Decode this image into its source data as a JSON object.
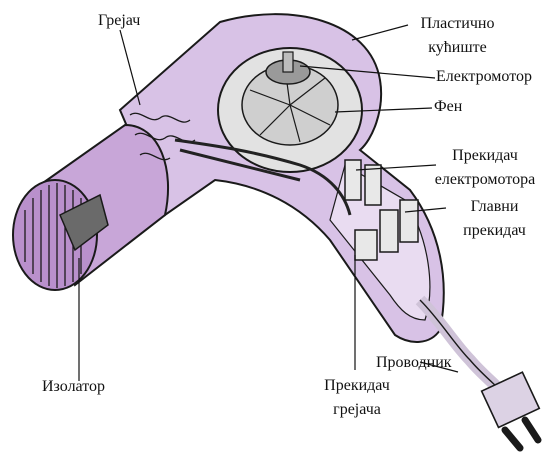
{
  "diagram": {
    "subject": "hair dryer cutaway",
    "labels": {
      "heater": "Грејач",
      "plastic_case_1": "Пластично",
      "plastic_case_2": "кућиште",
      "motor": "Електромотор",
      "fan": "Фен",
      "motor_switch_1": "Прекидач",
      "motor_switch_2": "електромотора",
      "main_switch_1": "Главни",
      "main_switch_2": "прекидач",
      "insulator": "Изолатор",
      "heater_switch_1": "Прекидач",
      "heater_switch_2": "грејача",
      "conductor": "Проводник"
    },
    "colors": {
      "housing": "#d8c2e6",
      "housing_light": "#e9dcf1",
      "outline": "#1a1a1a",
      "metal": "#b9b9b9"
    }
  }
}
